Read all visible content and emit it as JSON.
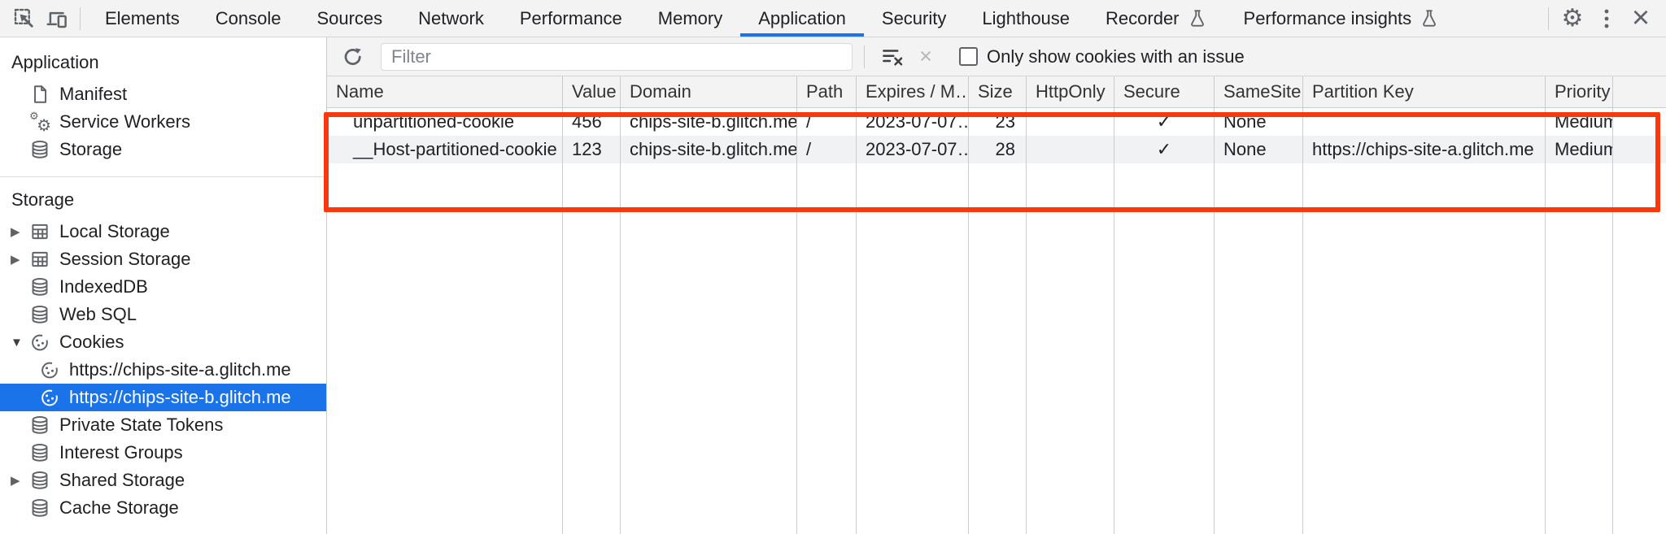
{
  "colors": {
    "accent": "#1a73e8",
    "annotation_red": "#f8380d",
    "toolbar_bg": "#f3f3f3",
    "row_stripe": "#f1f2f4",
    "grid_line": "#c9ccd1"
  },
  "icons": {
    "expand": "▶",
    "collapse": "▼",
    "settings": "⚙",
    "close": "×",
    "check": "✓"
  },
  "tabbar": {
    "selected": "Application",
    "tabs": [
      {
        "label": "Elements"
      },
      {
        "label": "Console"
      },
      {
        "label": "Sources"
      },
      {
        "label": "Network"
      },
      {
        "label": "Performance"
      },
      {
        "label": "Memory"
      },
      {
        "label": "Application"
      },
      {
        "label": "Security"
      },
      {
        "label": "Lighthouse"
      },
      {
        "label": "Recorder"
      },
      {
        "label": "Performance insights"
      }
    ]
  },
  "sidebar": {
    "selected_item": "https://chips-site-b.glitch.me",
    "sections": [
      {
        "title": "Application",
        "items": [
          {
            "label": "Manifest"
          },
          {
            "label": "Service Workers"
          },
          {
            "label": "Storage"
          }
        ]
      },
      {
        "title": "Storage",
        "items": [
          {
            "label": "Local Storage"
          },
          {
            "label": "Session Storage"
          },
          {
            "label": "IndexedDB"
          },
          {
            "label": "Web SQL"
          },
          {
            "label": "Cookies"
          },
          {
            "label": "https://chips-site-a.glitch.me"
          },
          {
            "label": "https://chips-site-b.glitch.me"
          },
          {
            "label": "Private State Tokens"
          },
          {
            "label": "Interest Groups"
          },
          {
            "label": "Shared Storage"
          },
          {
            "label": "Cache Storage"
          }
        ]
      }
    ]
  },
  "toolbar": {
    "filter_placeholder": "Filter",
    "only_issue_label": "Only show cookies with an issue"
  },
  "cookie_table": {
    "columns": [
      "Name",
      "Value",
      "Domain",
      "Path",
      "Expires / M…",
      "Size",
      "HttpOnly",
      "Secure",
      "SameSite",
      "Partition Key",
      "Priority"
    ],
    "rows": [
      {
        "name": "unpartitioned-cookie",
        "value": "456",
        "domain": "chips-site-b.glitch.me",
        "path": "/",
        "expires": "2023-07-07…",
        "size": "23",
        "http_only": "",
        "secure": "✓",
        "same_site": "None",
        "partition_key": "",
        "priority": "Medium"
      },
      {
        "name": "__Host-partitioned-cookie",
        "value": "123",
        "domain": "chips-site-b.glitch.me",
        "path": "/",
        "expires": "2023-07-07…",
        "size": "28",
        "http_only": "",
        "secure": "✓",
        "same_site": "None",
        "partition_key": "https://chips-site-a.glitch.me",
        "priority": "Medium"
      }
    ]
  }
}
